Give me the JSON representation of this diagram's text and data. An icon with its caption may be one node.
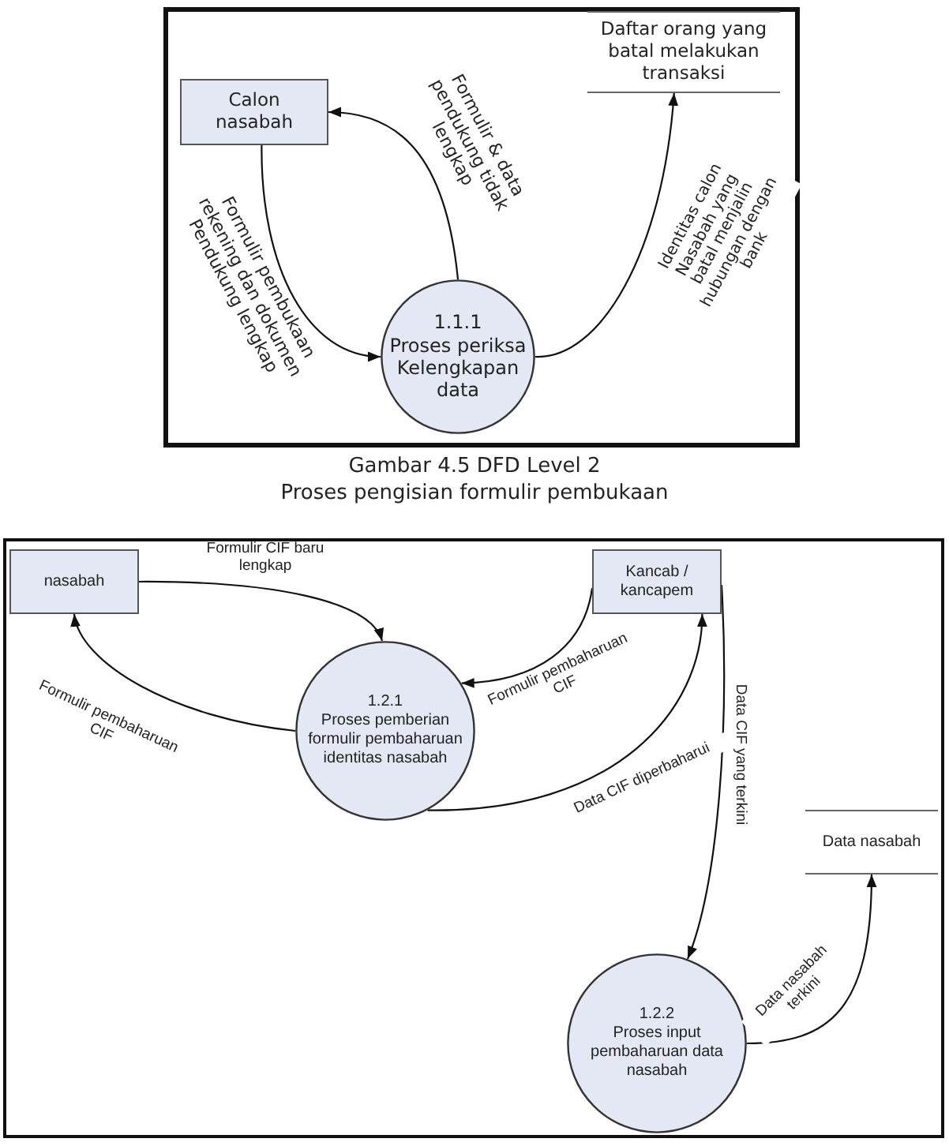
{
  "diagram": {
    "nodes": [
      {
        "text": [
          "Calon nasabah"
        ]
      },
      {
        "text": [
          "1.1.1",
          "Proses periksa Kelengkapan data"
        ]
      },
      {
        "text": [
          "Daftar orang yang batal melakukan transaksi"
        ]
      },
      {
        "text": [
          "nasabah"
        ]
      },
      {
        "text": [
          "1.2.1",
          "Proses pemberian formulir pembaharuan identitas nasabah"
        ]
      },
      {
        "text": [
          "Kancab / kancapem"
        ]
      },
      {
        "text": [
          "Data nasabah"
        ]
      },
      {
        "text": [
          "1.2.2",
          "Proses input pembaharuan data nasabah"
        ]
      }
    ],
    "edges": [
      {
        "from": 0,
        "to": 1,
        "arrow": "to",
        "label": "Formulir pembukaan rekening dan dokumen Pendukung lengkap"
      },
      {
        "from": 1,
        "to": 0,
        "arrow": "to",
        "label": "Formulir & data pendukung tidak lengkap"
      },
      {
        "from": 1,
        "to": 2,
        "arrow": "to",
        "label": "Identitas calon Nasabah yang batal menjalin hubungan dengan bank"
      },
      {
        "from": 3,
        "to": 4,
        "arrow": "to",
        "label": "Formulir CIF baru lengkap"
      },
      {
        "from": 4,
        "to": 3,
        "arrow": "to",
        "label": "Formulir pembaharuan CIF"
      },
      {
        "from": 5,
        "to": 4,
        "arrow": "to",
        "label": "Formulir pembaharuan CIF"
      },
      {
        "from": 4,
        "to": 5,
        "arrow": "to",
        "label": "Data CIF diperbaharui"
      },
      {
        "from": 5,
        "to": 7,
        "arrow": "to",
        "label": "Data CIF yang terkini"
      },
      {
        "from": 7,
        "to": 6,
        "arrow": "to",
        "label": "Data nasabah terkini"
      }
    ],
    "labels": [
      "Gambar 4.5 DFD Level 2",
      "Proses pengisian formulir pembukaan"
    ]
  }
}
